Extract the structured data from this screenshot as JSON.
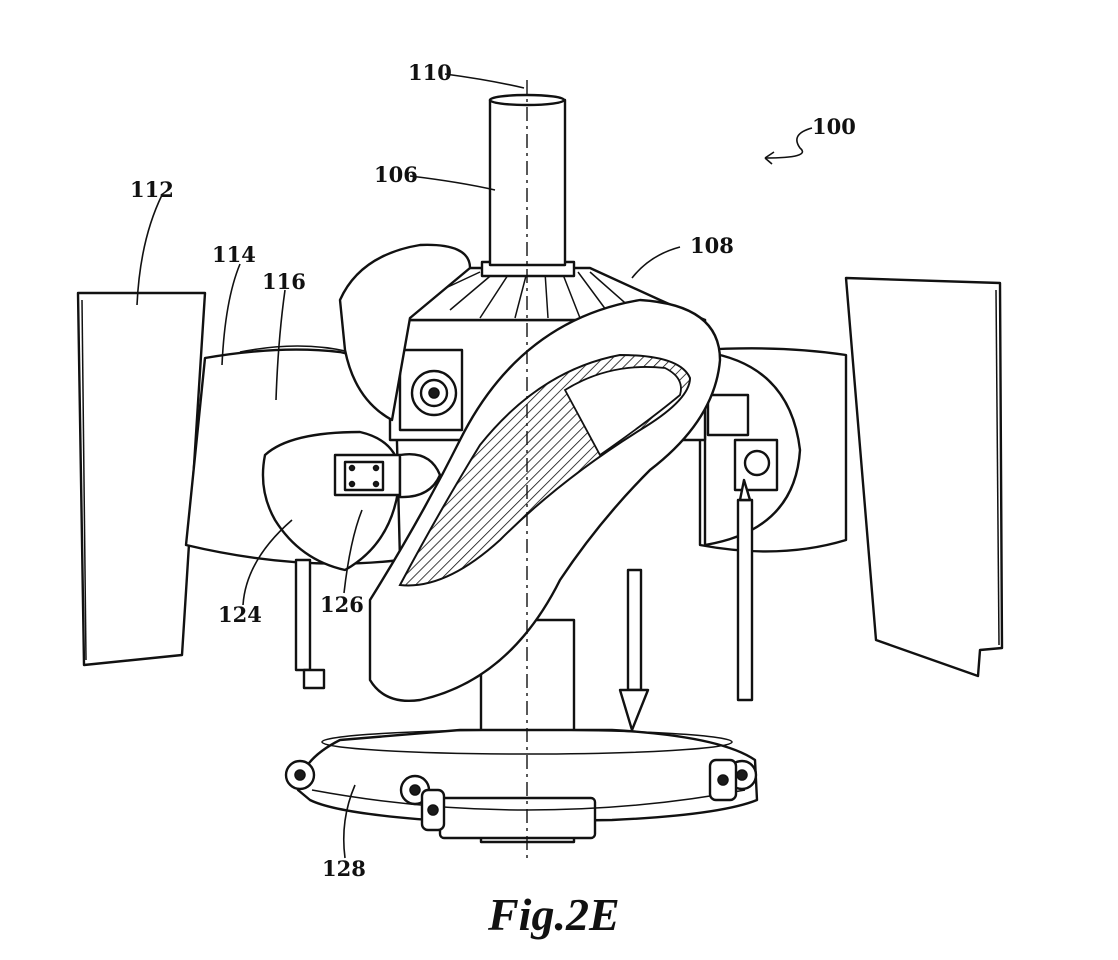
{
  "figure": {
    "caption": "Fig.2E",
    "labels": {
      "system": "100",
      "mast": "106",
      "hub": "108",
      "axis": "110",
      "blade_left": "112",
      "cuff_outer": "114",
      "cuff_inner": "116",
      "fairing": "124",
      "bracket": "126",
      "swashplate": "128"
    }
  }
}
